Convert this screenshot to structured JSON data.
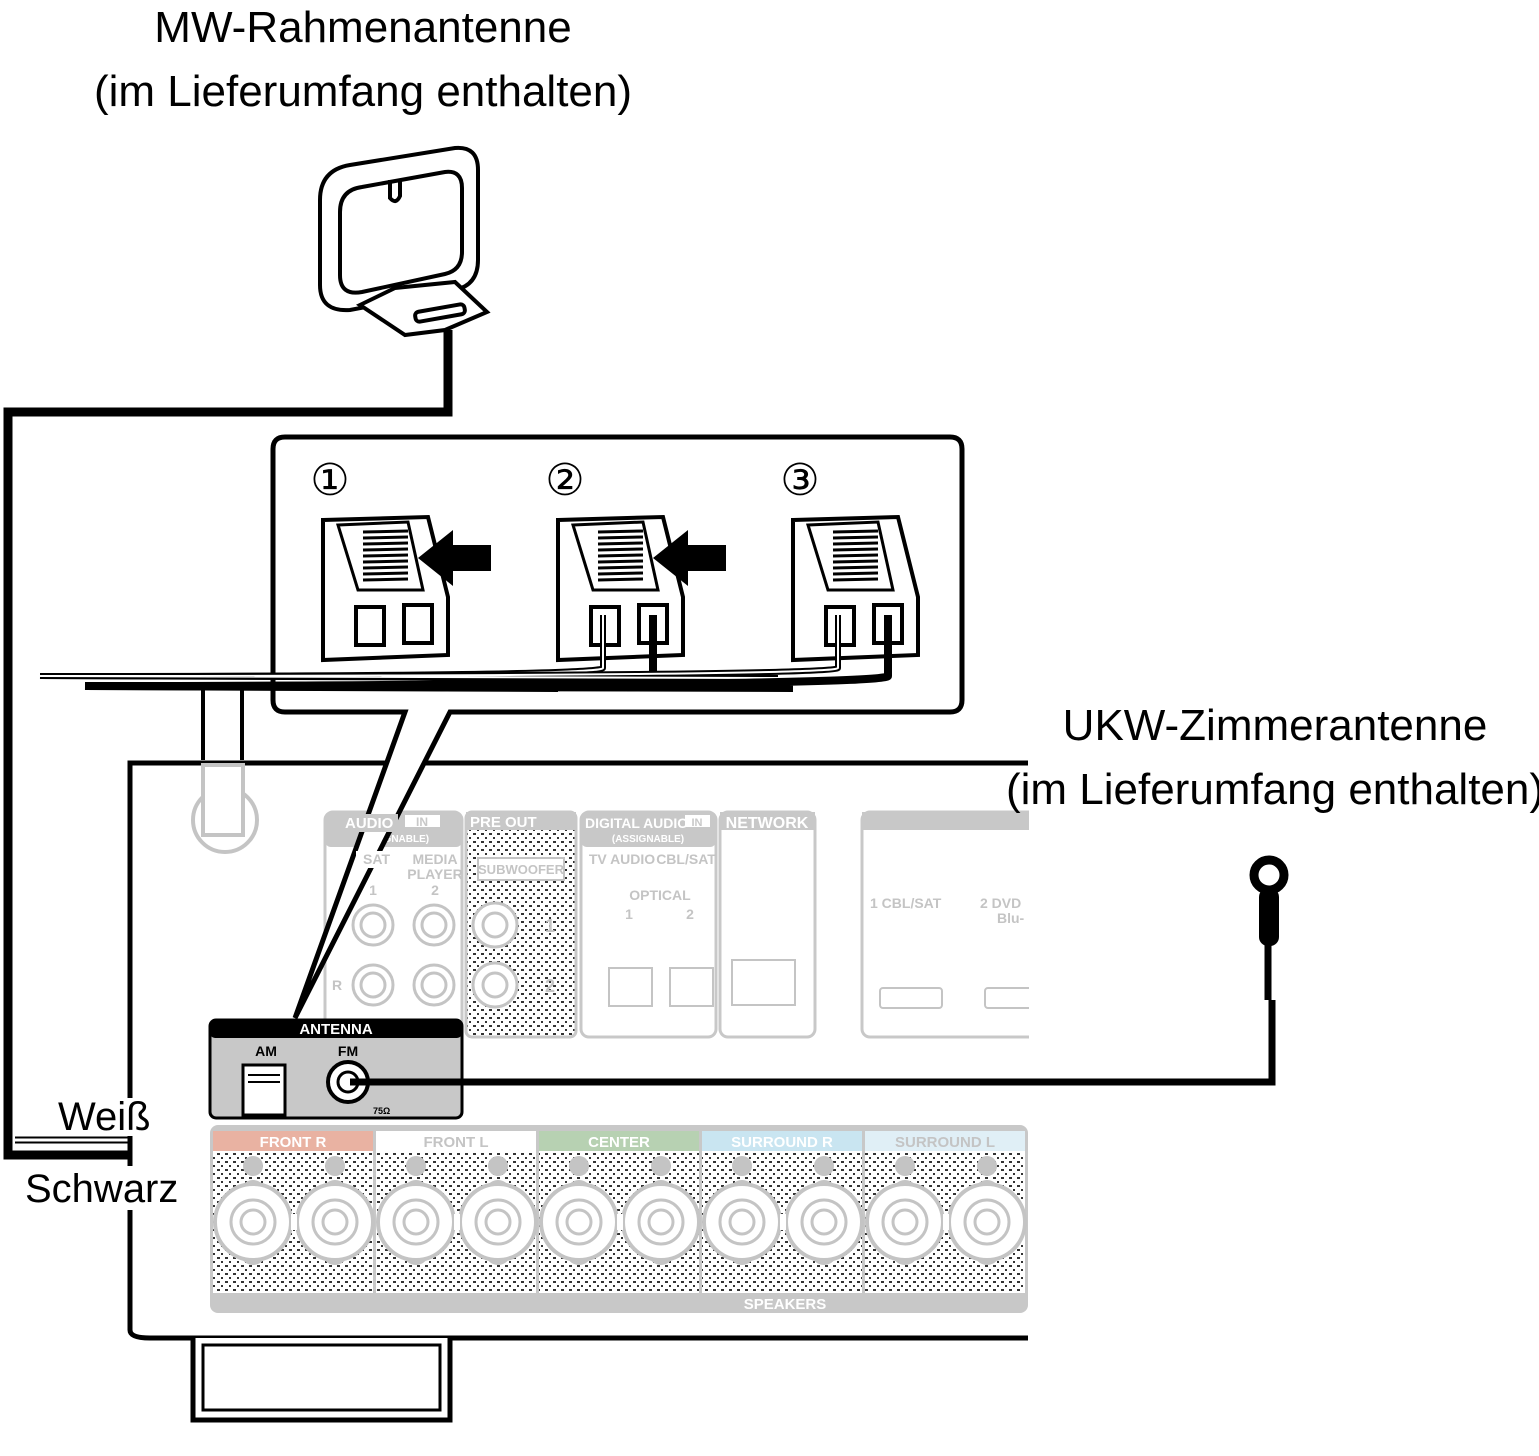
{
  "labels": {
    "am_antenna_title": "MW-Rahmenantenne",
    "am_antenna_sub": "(im Lieferumfang enthalten)",
    "fm_antenna_title": "UKW-Zimmerantenne",
    "fm_antenna_sub": "(im Lieferumfang enthalten)",
    "white_wire": "Weiß",
    "black_wire": "Schwarz"
  },
  "steps": [
    "①",
    "②",
    "③"
  ],
  "panel": {
    "audio_in": "AUDIO",
    "in_badge": "IN",
    "assignable": "(ASSIGNABLE)",
    "audio_in_sat": "SAT",
    "media_player": "MEDIA",
    "media_player2": "PLAYER",
    "audio_in_1": "1",
    "audio_in_2": "2",
    "r": "R",
    "pre_out": "PRE OUT",
    "subwoofer": "SUBWOOFER",
    "sub1": "1",
    "sub2": "2",
    "digital_audio": "DIGITAL AUDIO",
    "tv_audio": "TV AUDIO",
    "cbl_sat": "CBL/SAT",
    "optical": "OPTICAL",
    "opt1": "1",
    "opt2": "2",
    "network": "NETWORK",
    "hdmi1": "1  CBL/SAT",
    "hdmi2": "2  DVD",
    "hdmi2b": "Blu-",
    "antenna": "ANTENNA",
    "am": "AM",
    "fm": "FM",
    "ohm": "75Ω",
    "speakers": "SPEAKERS"
  },
  "speaker_groups": [
    {
      "label": "FRONT R",
      "color": "#e9b2a2"
    },
    {
      "label": "FRONT L",
      "color": "#ffffff"
    },
    {
      "label": "CENTER",
      "color": "#b7d1b2"
    },
    {
      "label": "SURROUND R",
      "color": "#c9e5f1"
    },
    {
      "label": "SURROUND L",
      "color": "#e0eff6"
    }
  ]
}
